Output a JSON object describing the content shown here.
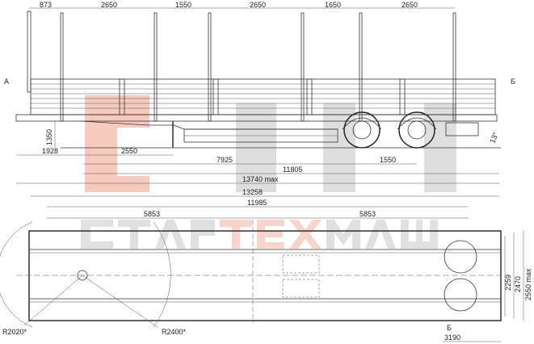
{
  "drawing": {
    "side_view": {
      "stake_spacing": [
        "873",
        "2650",
        "1550",
        "2650",
        "1650",
        "2650"
      ],
      "section_left": "А",
      "section_right": "Б",
      "deck_height": "1350",
      "rear_angle": "13°",
      "dims": {
        "front_to_kingpin": "1928",
        "kingpin_to_legs": "2550",
        "kingpin_to_axle": "7925",
        "axle_spacing": "1550",
        "kingpin_to_rear": "11805",
        "overall_length": "13740 max"
      }
    },
    "top_view": {
      "overall": "13258",
      "inner": "11985",
      "half_left": "5853",
      "half_right": "5853",
      "width_inner": "2259",
      "width_deck": "2470",
      "width_max": "2550 max",
      "radius_front": "R2020*",
      "radius_swing": "R2400*",
      "section_label": "Б",
      "rear_dim": "3190"
    }
  },
  "watermark": {
    "logo": "СТМ",
    "brand": "СТАРТЕХМАШ",
    "colors": {
      "red": "#f4a08a",
      "gray": "#c8c8c8"
    }
  }
}
